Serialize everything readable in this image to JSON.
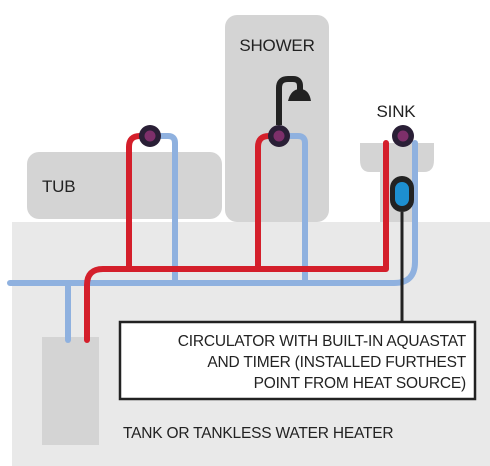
{
  "labels": {
    "shower": "SHOWER",
    "sink": "SINK",
    "tub": "TUB",
    "callout": [
      "CIRCULATOR WITH BUILT-IN AQUASTAT",
      "AND TIMER (INSTALLED FURTHEST",
      "POINT FROM HEAT SOURCE)"
    ],
    "heater": "TANK OR TANKLESS WATER HEATER"
  },
  "colors": {
    "hot_line": "#d41f2b",
    "cold_line": "#8fb1df",
    "fixture": "#d4d4d4",
    "floor": "#e9e9e9",
    "fitting_outer": "#2a1f36",
    "fitting_inner": "#7d2f6a",
    "circulator": "#1d8fd0",
    "callout_border": "#222222"
  },
  "icons": [
    "shower-head-icon",
    "circulator-pump-icon",
    "fixture-fitting-icon"
  ]
}
